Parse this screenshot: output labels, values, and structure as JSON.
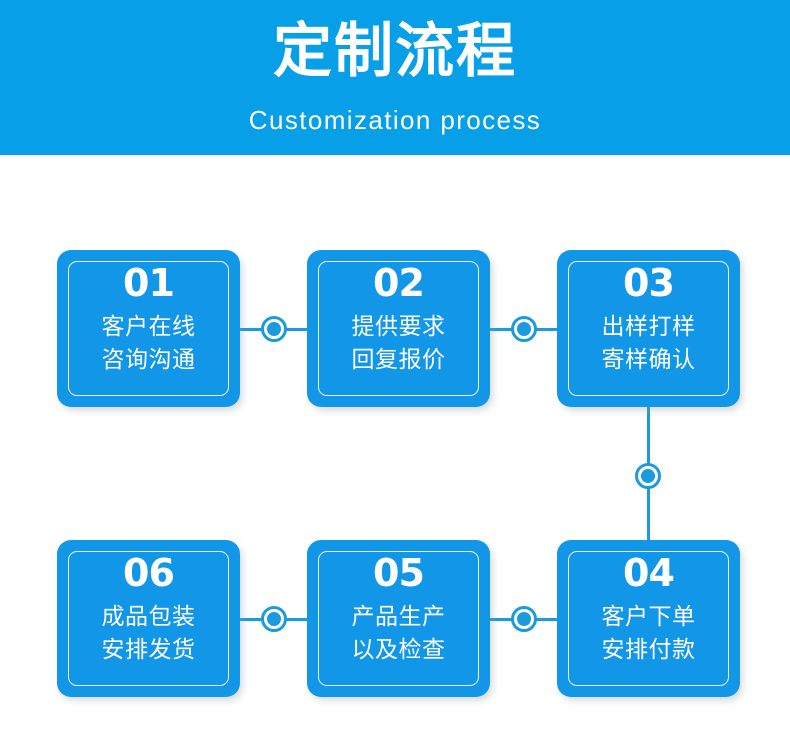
{
  "banner": {
    "title": "定制流程",
    "subtitle": "Customization process",
    "background_color": "#069fe8",
    "text_color": "#ffffff"
  },
  "theme": {
    "card_color": "#1296e8",
    "connector_color": "#1b9ae0",
    "page_background": "#ffffff"
  },
  "flow": {
    "steps": [
      {
        "number": "01",
        "line1": "客户在线",
        "line2": "咨询沟通"
      },
      {
        "number": "02",
        "line1": "提供要求",
        "line2": "回复报价"
      },
      {
        "number": "03",
        "line1": "出样打样",
        "line2": "寄样确认"
      },
      {
        "number": "04",
        "line1": "客户下单",
        "line2": "安排付款"
      },
      {
        "number": "05",
        "line1": "产品生产",
        "line2": "以及检查"
      },
      {
        "number": "06",
        "line1": "成品包装",
        "line2": "安排发货"
      }
    ]
  }
}
